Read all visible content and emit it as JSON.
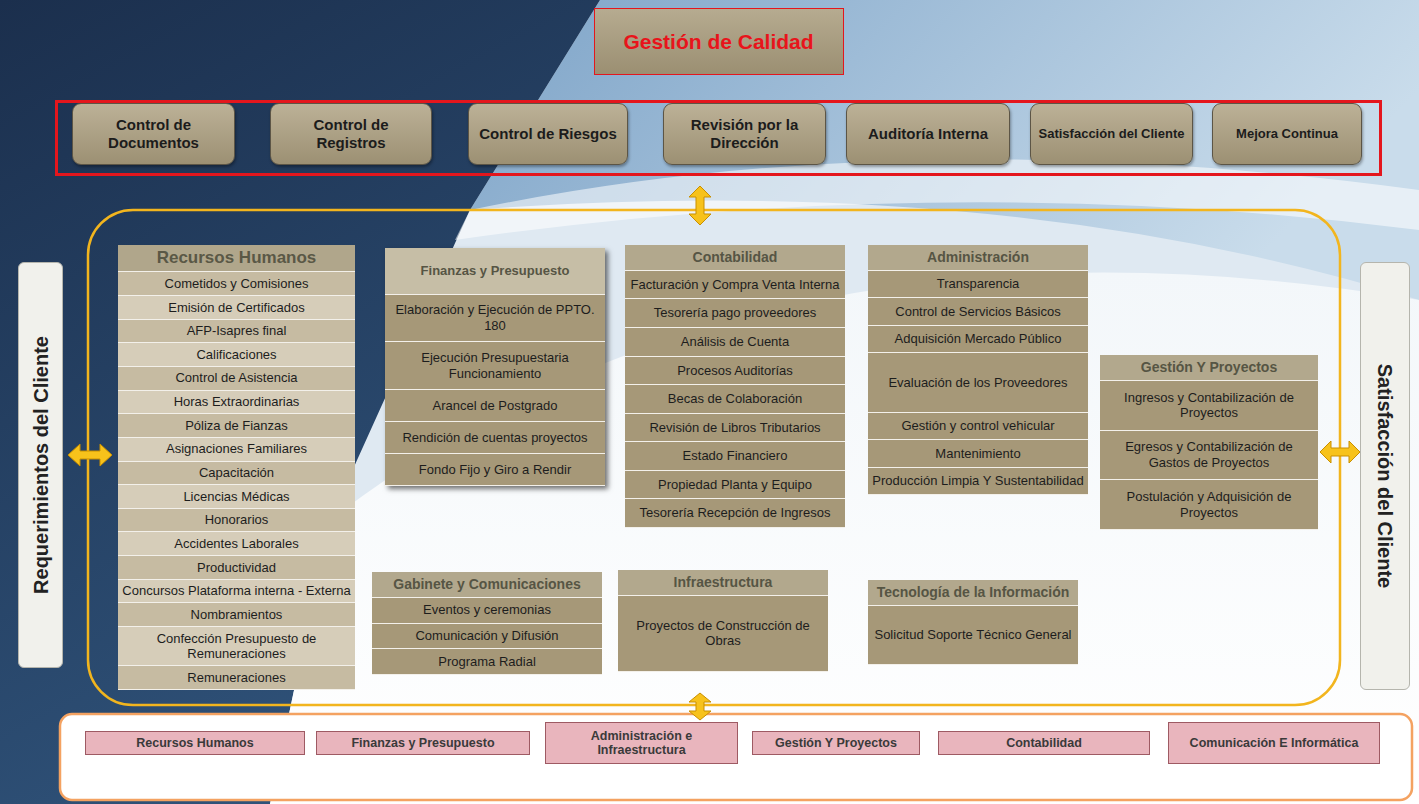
{
  "diagram": {
    "nodes": [
      {
        "text": [
          "Gestión de Calidad"
        ]
      },
      {
        "text": [
          "Control de Documentos"
        ],
        "in": 0
      },
      {
        "text": [
          "Control de Registros"
        ],
        "in": 0
      },
      {
        "text": [
          "Control de Riesgos"
        ],
        "in": 0
      },
      {
        "text": [
          "Revisión por la Dirección"
        ],
        "in": 0
      },
      {
        "text": [
          "Auditoría Interna"
        ],
        "in": 0
      },
      {
        "text": [
          "Satisfacción del Cliente"
        ],
        "in": 0
      },
      {
        "text": [
          "Mejora Continua"
        ],
        "in": 0
      },
      {
        "text": [
          "Requerimientos del Cliente"
        ]
      },
      {
        "text": [
          "Recursos Humanos"
        ]
      },
      {
        "text": [
          "Cometidos y Comisiones"
        ],
        "in": 9
      },
      {
        "text": [
          "Emisión de Certificados"
        ],
        "in": 9
      },
      {
        "text": [
          "AFP-Isapres final"
        ],
        "in": 9
      },
      {
        "text": [
          "Calificaciones"
        ],
        "in": 9
      },
      {
        "text": [
          "Control de Asistencia"
        ],
        "in": 9
      },
      {
        "text": [
          "Horas Extraordinarias"
        ],
        "in": 9
      },
      {
        "text": [
          "Póliza de Fianzas"
        ],
        "in": 9
      },
      {
        "text": [
          "Asignaciones Familiares"
        ],
        "in": 9
      },
      {
        "text": [
          "Capacitación"
        ],
        "in": 9
      },
      {
        "text": [
          "Licencias Médicas"
        ],
        "in": 9
      },
      {
        "text": [
          "Honorarios"
        ],
        "in": 9
      },
      {
        "text": [
          "Accidentes Laborales"
        ],
        "in": 9
      },
      {
        "text": [
          "Productividad"
        ],
        "in": 9
      },
      {
        "text": [
          "Concursos Plataforma interna - Externa"
        ],
        "in": 9
      },
      {
        "text": [
          "Nombramientos"
        ],
        "in": 9
      },
      {
        "text": [
          "Confección Presupuesto de Remuneraciones"
        ],
        "in": 9
      },
      {
        "text": [
          "Remuneraciones"
        ],
        "in": 9
      },
      {
        "text": [
          "Finanzas y Presupuesto"
        ]
      },
      {
        "text": [
          "Elaboración y Ejecución de PPTO. 180"
        ],
        "in": 27
      },
      {
        "text": [
          "Ejecución Presupuestaria Funcionamiento"
        ],
        "in": 27
      },
      {
        "text": [
          "Arancel de Postgrado"
        ],
        "in": 27
      },
      {
        "text": [
          "Rendición de cuentas proyectos"
        ],
        "in": 27
      },
      {
        "text": [
          "Fondo Fijo y Giro a Rendir"
        ],
        "in": 27
      },
      {
        "text": [
          "Contabilidad"
        ]
      },
      {
        "text": [
          "Facturación y Compra Venta Interna"
        ],
        "in": 33
      },
      {
        "text": [
          "Tesorería pago proveedores"
        ],
        "in": 33
      },
      {
        "text": [
          "Análisis de Cuenta"
        ],
        "in": 33
      },
      {
        "text": [
          "Procesos Auditorías"
        ],
        "in": 33
      },
      {
        "text": [
          "Becas de Colaboración"
        ],
        "in": 33
      },
      {
        "text": [
          "Revisión de Libros Tributarios"
        ],
        "in": 33
      },
      {
        "text": [
          "Estado Financiero"
        ],
        "in": 33
      },
      {
        "text": [
          "Propiedad Planta y Equipo"
        ],
        "in": 33
      },
      {
        "text": [
          "Tesorería Recepción de Ingresos"
        ],
        "in": 33
      },
      {
        "text": [
          "Administración"
        ]
      },
      {
        "text": [
          "Transparencia"
        ],
        "in": 43
      },
      {
        "text": [
          "Control de Servicios Básicos"
        ],
        "in": 43
      },
      {
        "text": [
          "Adquisición Mercado Público"
        ],
        "in": 43
      },
      {
        "text": [
          "Evaluación de los Proveedores"
        ],
        "in": 43
      },
      {
        "text": [
          "Gestión y control vehicular"
        ],
        "in": 43
      },
      {
        "text": [
          "Mantenimiento"
        ],
        "in": 43
      },
      {
        "text": [
          "Producción Limpia Y Sustentabilidad"
        ],
        "in": 43
      },
      {
        "text": [
          "Gestión Y Proyectos"
        ]
      },
      {
        "text": [
          "Ingresos y Contabilización de Proyectos"
        ],
        "in": 51
      },
      {
        "text": [
          "Egresos y Contabilización de Gastos de Proyectos"
        ],
        "in": 51
      },
      {
        "text": [
          "Postulación y Adquisición de Proyectos"
        ],
        "in": 51
      },
      {
        "text": [
          "Gabinete y Comunicaciones"
        ]
      },
      {
        "text": [
          "Eventos y ceremonias"
        ],
        "in": 55
      },
      {
        "text": [
          "Comunicación y Difusión"
        ],
        "in": 55
      },
      {
        "text": [
          "Programa Radial"
        ],
        "in": 55
      },
      {
        "text": [
          "Infraestructura"
        ]
      },
      {
        "text": [
          "Proyectos de Construcción de Obras"
        ],
        "in": 59
      },
      {
        "text": [
          "Tecnología de la Información"
        ]
      },
      {
        "text": [
          "Solicitud Soporte Técnico General"
        ],
        "in": 61
      },
      {
        "text": [
          "Satisfacción del Cliente"
        ]
      },
      {
        "text": [
          "Recursos Humanos"
        ]
      },
      {
        "text": [
          "Finanzas y Presupuesto"
        ]
      },
      {
        "text": [
          "Administración e Infraestructura"
        ]
      },
      {
        "text": [
          "Gestión Y Proyectos"
        ]
      },
      {
        "text": [
          "Contabilidad"
        ]
      },
      {
        "text": [
          "Comunicación E Informática"
        ]
      }
    ]
  }
}
